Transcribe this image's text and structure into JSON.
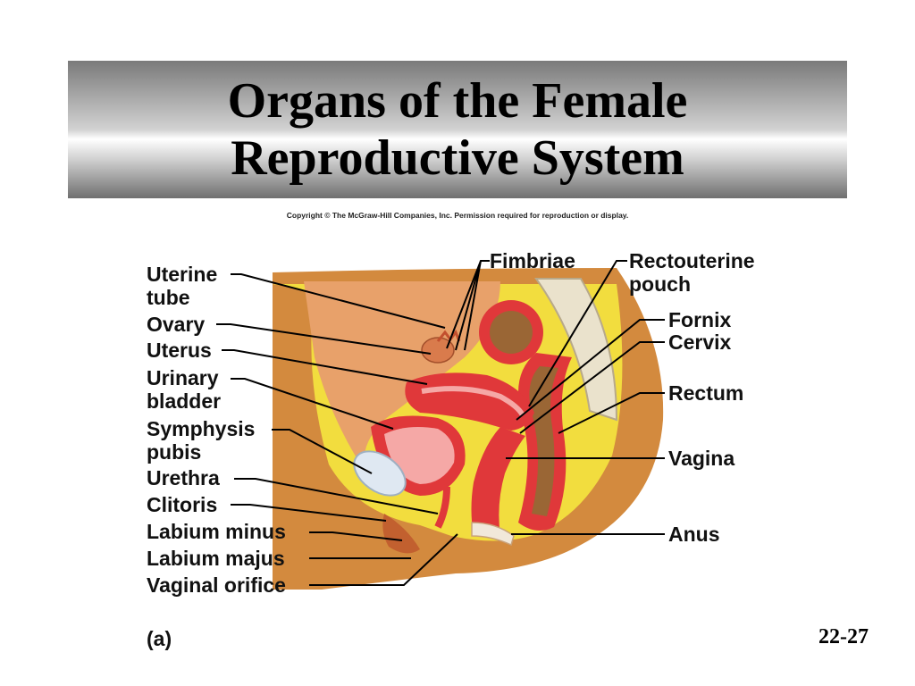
{
  "slide": {
    "title_line1": "Organs of the Female",
    "title_line2": "Reproductive System",
    "copyright": "Copyright © The McGraw-Hill Companies, Inc. Permission required for reproduction or display.",
    "panel_label": "(a)",
    "slide_number": "22-27"
  },
  "labels": {
    "uterine_tube": "Uterine\ntube",
    "ovary": "Ovary",
    "uterus": "Uterus",
    "urinary_bladder": "Urinary\nbladder",
    "symphysis_pubis": "Symphysis\npubis",
    "urethra": "Urethra",
    "clitoris": "Clitoris",
    "labium_minus": "Labium minus",
    "labium_majus": "Labium majus",
    "vaginal_orifice": "Vaginal orifice",
    "fimbriae": "Fimbriae",
    "rectouterine_pouch": "Rectouterine\npouch",
    "fornix": "Fornix",
    "cervix": "Cervix",
    "rectum": "Rectum",
    "vagina": "Vagina",
    "anus": "Anus"
  },
  "colors": {
    "skin": "#d38a3e",
    "fat": "#f2dd3e",
    "muscle": "#e0383a",
    "mucosa": "#f5a8a6",
    "bone": "#eae2cc",
    "rectum_lumen": "#9a6635"
  }
}
